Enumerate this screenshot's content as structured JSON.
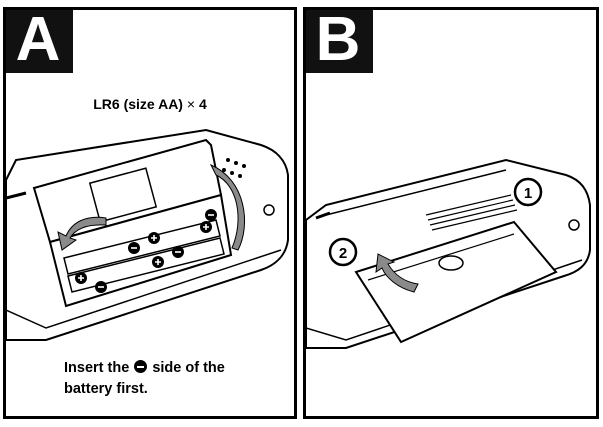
{
  "panels": [
    {
      "letter": "A",
      "caption_top_prefix": "LR6 (size AA)",
      "caption_top_symbol": "×",
      "caption_top_count": "4",
      "caption_bottom_part1": "Insert the",
      "caption_bottom_part2": "side of the",
      "caption_bottom_line2": "battery first."
    },
    {
      "letter": "B",
      "step_markers": [
        "1",
        "2"
      ]
    }
  ],
  "colors": {
    "ink": "#000000",
    "arrow_gray": "#8a8a8a",
    "panel_bg": "#ffffff"
  },
  "icons": [
    "minus-terminal-icon",
    "plus-terminal-icon",
    "curved-arrow-icon"
  ]
}
